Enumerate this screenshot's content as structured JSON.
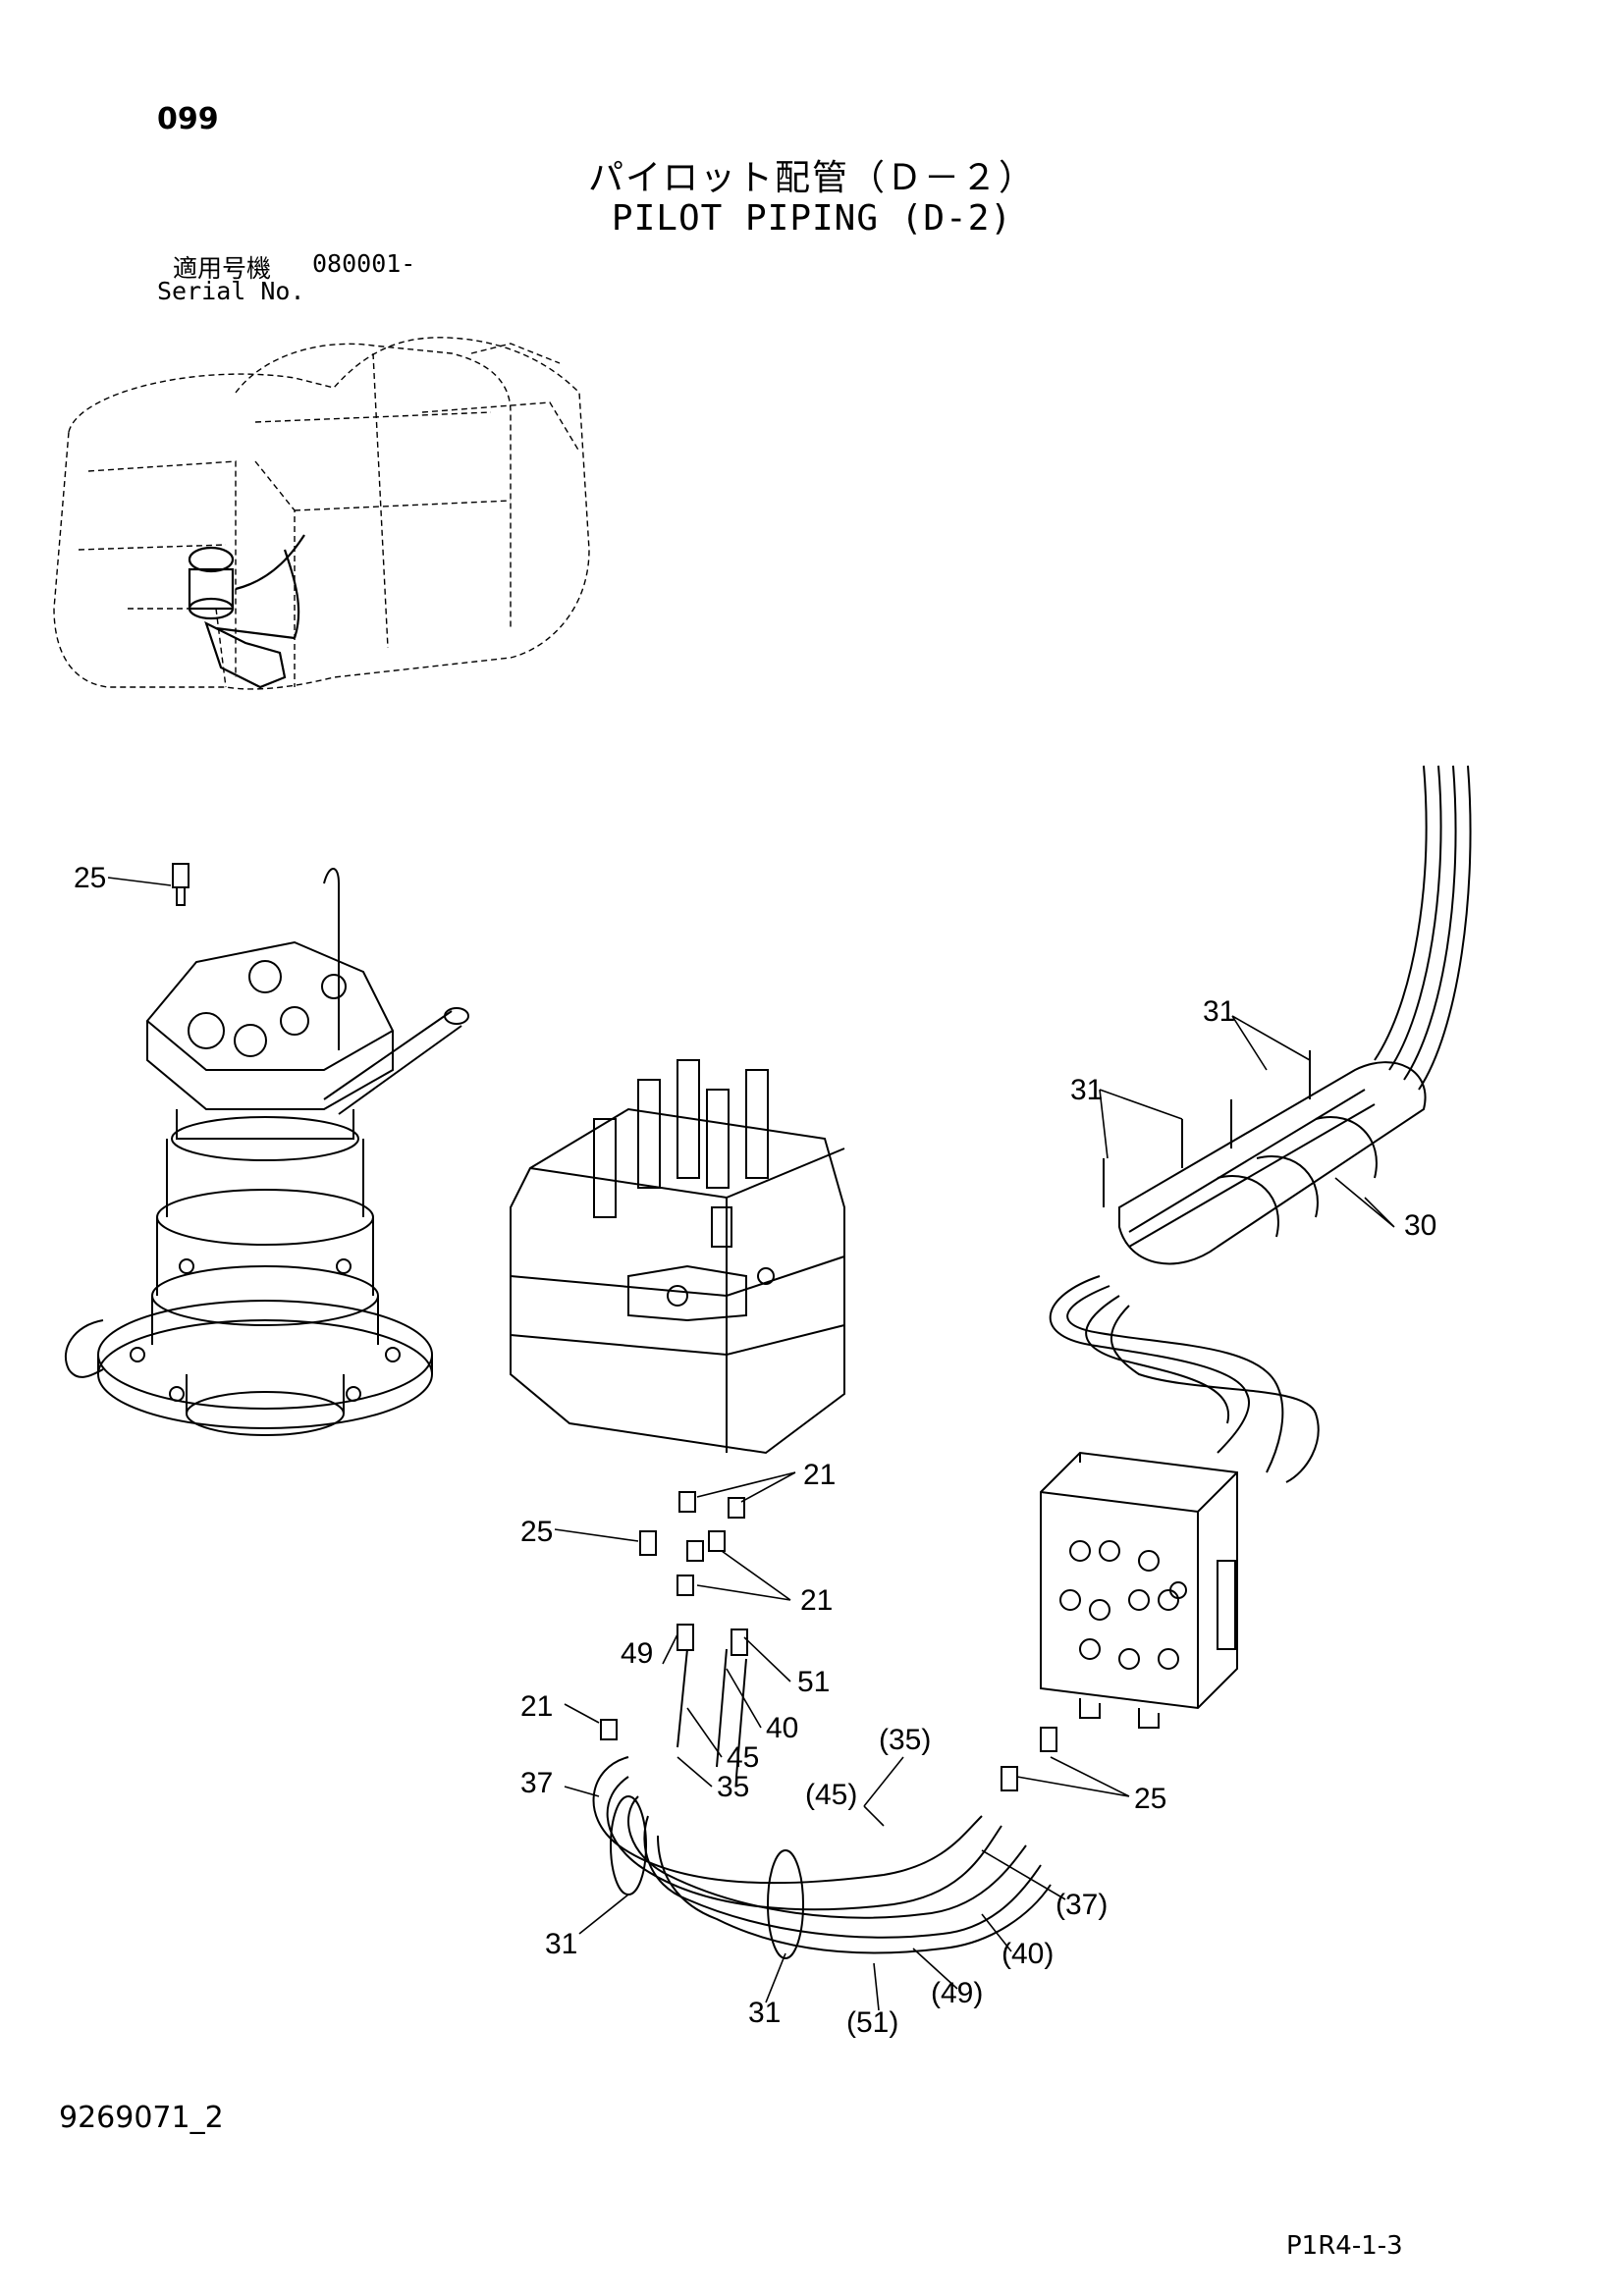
{
  "page_number": "099",
  "title": {
    "japanese": "パイロット配管（Ｄ－２）",
    "english": "PILOT PIPING (D-2)"
  },
  "serial": {
    "japanese_label": "適用号機",
    "value": "080001-",
    "english_label": "Serial No."
  },
  "callouts": [
    "25",
    "31",
    "31",
    "30",
    "21",
    "25",
    "21",
    "49",
    "51",
    "21",
    "40",
    "45",
    "37",
    "35",
    "(35)",
    "(45)",
    "25",
    "(37)",
    "31",
    "(40)",
    "31",
    "(51)",
    "(49)"
  ],
  "footer": {
    "document_id": "9269071_2",
    "sheet_id": "P1R4-1-3"
  }
}
